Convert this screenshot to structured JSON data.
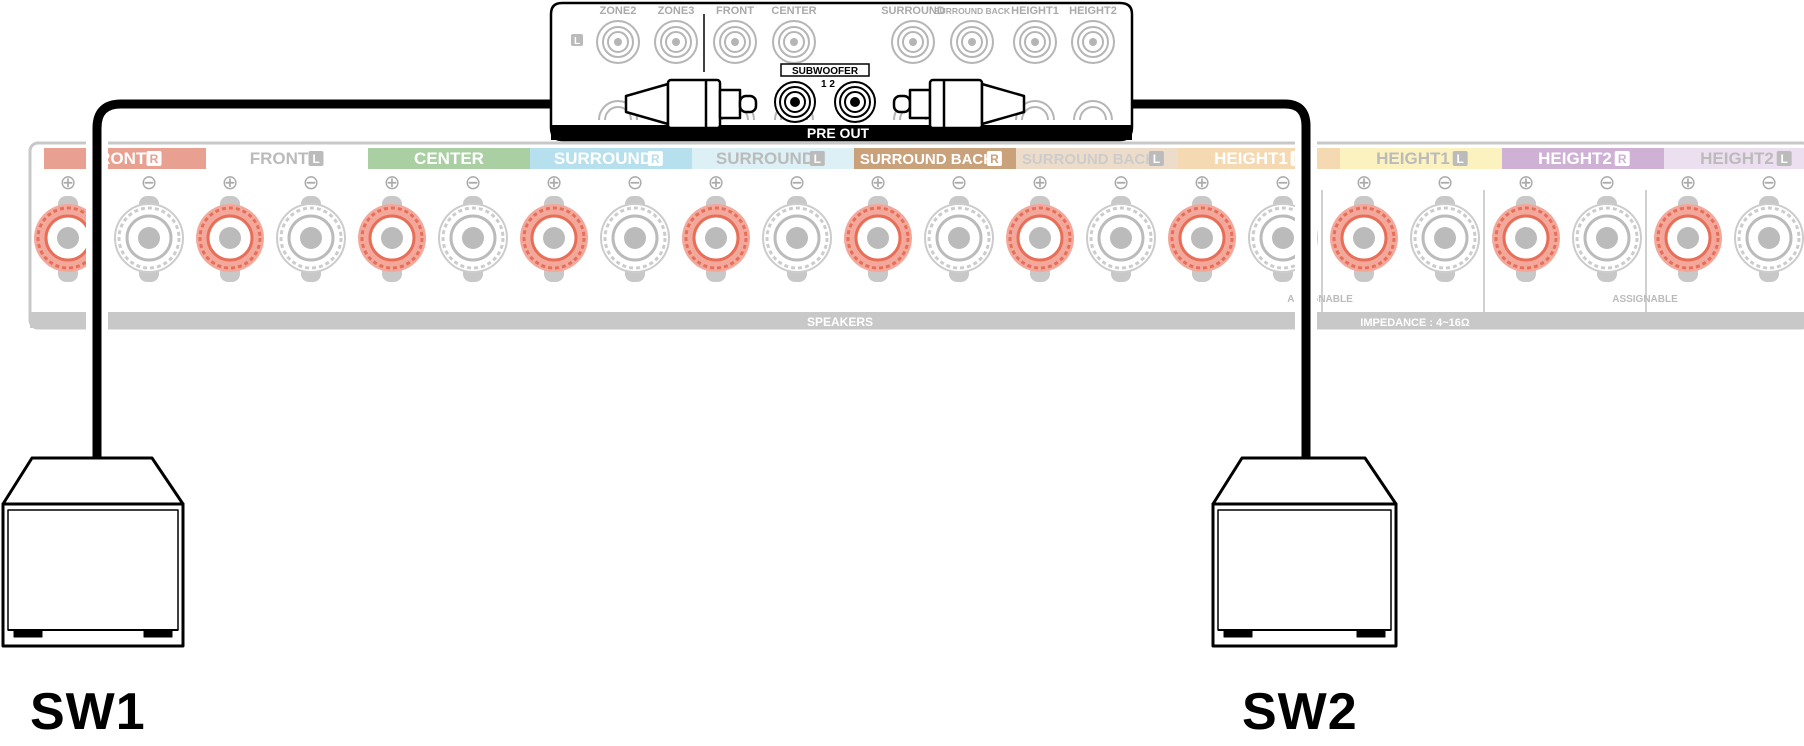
{
  "pre_out": {
    "label": "PRE OUT",
    "subwoofer_label": "SUBWOOFER",
    "subwoofer_numbers": "1 2",
    "side_marker": "L",
    "jacks": [
      "ZONE2",
      "ZONE3",
      "FRONT",
      "CENTER",
      "SURROUND",
      "SURROUND BACK",
      "HEIGHT1",
      "HEIGHT2"
    ]
  },
  "speakers": {
    "label": "SPEAKERS",
    "impedance": "IMPEDANCE : 4~16Ω",
    "assignable_left": "ASSIGNABLE",
    "assignable_right": "ASSIGNABLE",
    "plus_symbol": "⊕",
    "minus_symbol": "⊖",
    "channels": [
      {
        "name": "FRONT",
        "side": "R",
        "color": "#e8a090",
        "text_color": "#ffffff"
      },
      {
        "name": "FRONT",
        "side": "L",
        "color": "#ffffff",
        "text_color": "#bbbbbb"
      },
      {
        "name": "CENTER",
        "side": "",
        "color": "#a9cfa2",
        "text_color": "#ffffff"
      },
      {
        "name": "SURROUND",
        "side": "R",
        "color": "#b6e0ee",
        "text_color": "#ffffff"
      },
      {
        "name": "SURROUND",
        "side": "L",
        "color": "#dcf0f6",
        "text_color": "#bbbbbb"
      },
      {
        "name": "SURROUND BACK",
        "side": "R",
        "color": "#c9a27c",
        "text_color": "#ffffff"
      },
      {
        "name": "SURROUND BACK",
        "side": "L",
        "color": "#eddcca",
        "text_color": "#cccccc"
      },
      {
        "name": "HEIGHT1",
        "side": "R",
        "color": "#f4d9b2",
        "text_color": "#ffffff"
      },
      {
        "name": "HEIGHT1",
        "side": "L",
        "color": "#fbf2c0",
        "text_color": "#bbbbbb"
      },
      {
        "name": "HEIGHT2",
        "side": "R",
        "color": "#cfb1d6",
        "text_color": "#ffffff"
      },
      {
        "name": "HEIGHT2",
        "side": "L",
        "color": "#ecdff0",
        "text_color": "#bbbbbb"
      }
    ]
  },
  "subwoofers": [
    {
      "label": "SW1"
    },
    {
      "label": "SW2"
    }
  ]
}
